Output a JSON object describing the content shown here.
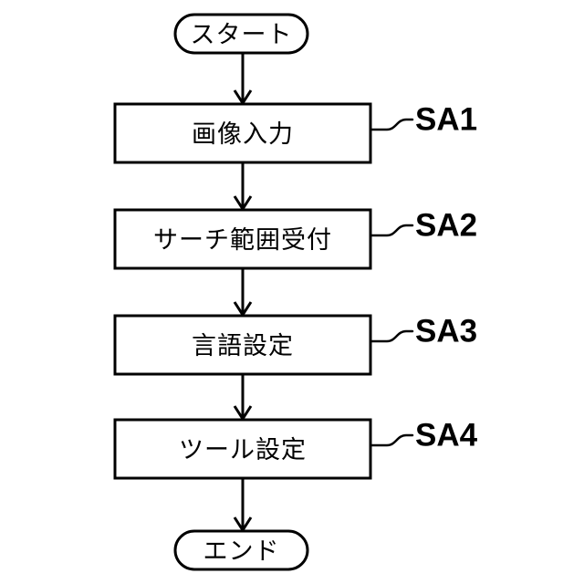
{
  "diagram": {
    "type": "flowchart",
    "orientation": "vertical",
    "background_color": "#ffffff",
    "line_color": "#000000",
    "start_node": {
      "label": "スタート",
      "shape": "stadium"
    },
    "end_node": {
      "label": "エンド",
      "shape": "stadium"
    },
    "steps": [
      {
        "label": "画像入力",
        "ref": "SA1",
        "shape": "rectangle"
      },
      {
        "label": "サーチ範囲受付",
        "ref": "SA2",
        "shape": "rectangle"
      },
      {
        "label": "言語設定",
        "ref": "SA3",
        "shape": "rectangle"
      },
      {
        "label": "ツール設定",
        "ref": "SA4",
        "shape": "rectangle"
      }
    ]
  }
}
